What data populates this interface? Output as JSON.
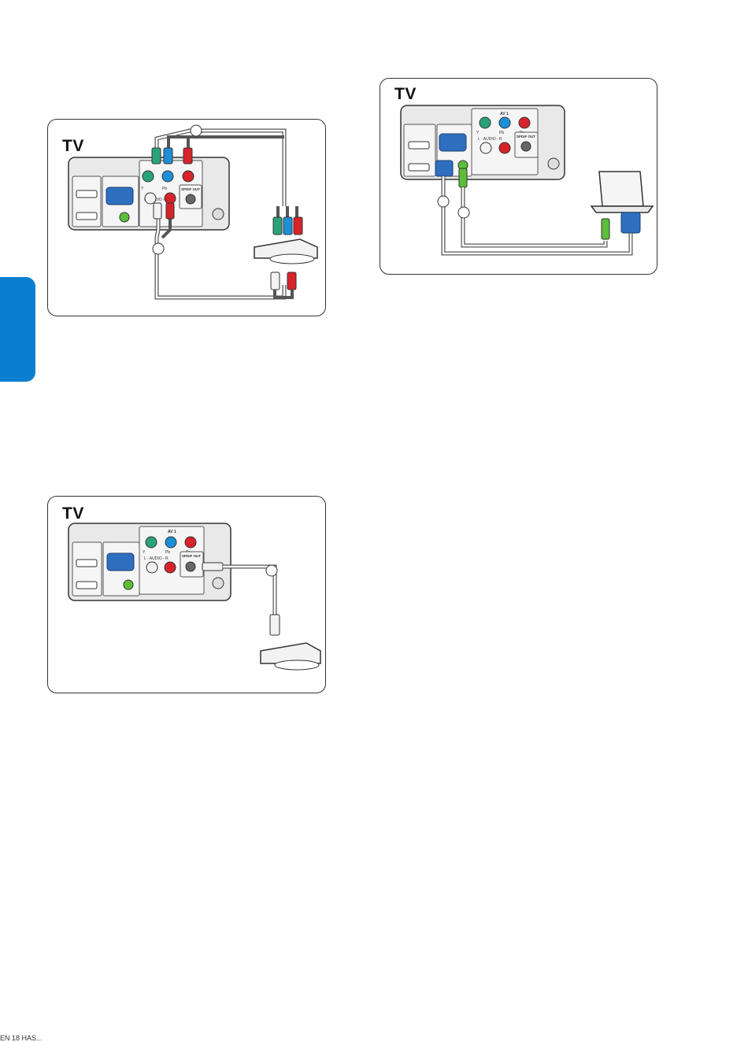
{
  "page": {
    "accent_color": "#0a7fd1",
    "footer_text": "EN  18     HAS..."
  },
  "panels": [
    {
      "id": "component-connection",
      "tv_label": "TV",
      "panel_labels": {
        "av_group": "",
        "y": "Y",
        "pb": "Pb",
        "pr": "Pr",
        "audio": "L - AUDIO - R",
        "spdif": "SPDIF OUT"
      },
      "callouts": [
        "",
        ""
      ],
      "device": "dvd-player"
    },
    {
      "id": "spdif-connection",
      "tv_label": "TV",
      "panel_labels": {
        "av_group": "AV 1",
        "y": "Y",
        "pb": "Pb",
        "pr": "Pr",
        "audio": "L - AUDIO - R",
        "spdif": "SPDIF OUT"
      },
      "callouts": [
        ""
      ],
      "device": "dvd-player"
    },
    {
      "id": "pc-connection",
      "tv_label": "TV",
      "panel_labels": {
        "av_group": "AV 1",
        "y": "Y",
        "pb": "Pb",
        "pr": "Pr",
        "audio": "L - AUDIO - R",
        "spdif": "SPDIF OUT"
      },
      "callouts": [
        "",
        ""
      ],
      "device": "laptop"
    }
  ],
  "colors": {
    "green": "#2aa37a",
    "blue": "#1d8fd8",
    "red": "#d8232a",
    "white": "#f2f2f2",
    "vga_blue": "#2f6fc0",
    "audio_green": "#5bbf3a",
    "panel_gray": "#e9e9e9",
    "outline": "#333333"
  }
}
